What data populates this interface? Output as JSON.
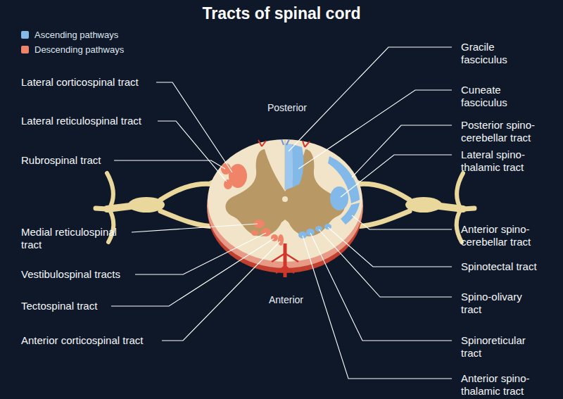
{
  "diagram": {
    "title": "Tracts of spinal cord",
    "labels": [
      "Lateral corticospinal tract",
      "Lateral reticulospinal tract",
      "Rubrospinal tract",
      "Medial reticulospinal tract",
      "Vestibulospinal tracts",
      "Tectospinal tract",
      "Anterior corticospinal tract",
      "Gracile fasciculus",
      "Cuneate fasciculus",
      "Posterior spino- cerebellar tract",
      "Lateral spino- thalamic tract",
      "Anterior spino- cerebellar tract",
      "Spinotectal tract",
      "Spino-olivary tract",
      "Spinoreticular tract",
      "Anterior spino- thalamic tract",
      "Posterior",
      "Anterior"
    ],
    "legend": [
      {
        "text": "Ascending pathways",
        "color": "#82b9e8"
      },
      {
        "text": "Descending pathways",
        "color": "#f08468"
      }
    ]
  }
}
